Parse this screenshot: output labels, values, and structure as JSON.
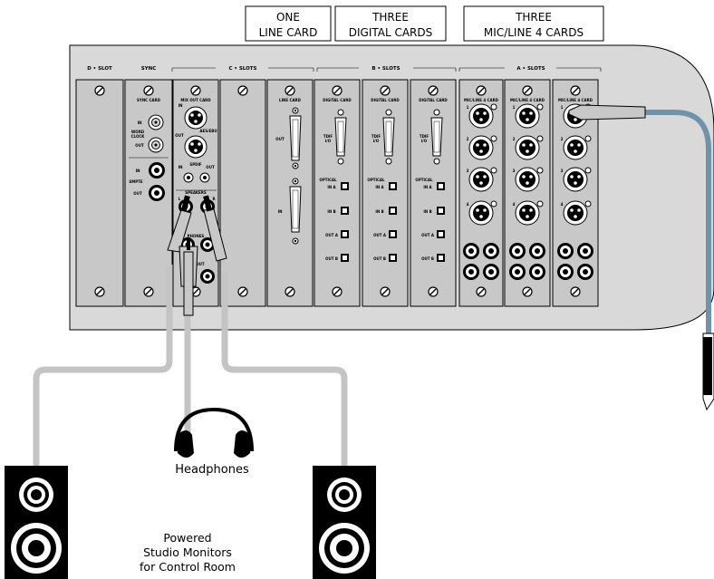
{
  "callouts": {
    "one_line_card": [
      "ONE",
      "LINE CARD"
    ],
    "three_digital_cards": [
      "THREE",
      "DIGITAL CARDS"
    ],
    "three_mic_line_cards": [
      "THREE",
      "MIC/LINE 4 CARDS"
    ]
  },
  "slot_headers": {
    "d_slot": "D • SLOT",
    "sync": "SYNC",
    "c_slots": "C • SLOTS",
    "b_slots": "B • SLOTS",
    "a_slots": "A • SLOTS"
  },
  "cards": {
    "sync_card": {
      "title": "SYNC CARD",
      "word_clock": [
        "WORD",
        "CLOCK"
      ],
      "in": "IN",
      "out": "OUT",
      "smpte": "SMPTE"
    },
    "mix_out_card": {
      "title": "MIX OUT CARD",
      "aes_ebu": "AES/EBU",
      "spdif": "SPDIF",
      "in": "IN",
      "out": "OUT",
      "l": "L",
      "r": "R",
      "speakers": "SPEAKERS",
      "phones": "PHONES",
      "mix_out": "MIX OUT"
    },
    "line_card": {
      "title": "LINE CARD",
      "out": "OUT",
      "in": "IN"
    },
    "digital_card": {
      "title": "DIGITAL CARD",
      "tdif": [
        "TDIF",
        "I/O"
      ],
      "optical": "OPTICAL",
      "ports": [
        "IN A",
        "IN B",
        "OUT A",
        "OUT B"
      ]
    },
    "mic_line_card": {
      "title": "MIC/LINE 4 CARD",
      "channels": [
        "1",
        "2",
        "3",
        "4"
      ]
    }
  },
  "labels": {
    "headphones": "Headphones",
    "monitors": [
      "Powered",
      "Studio Monitors",
      "for Control Room"
    ]
  },
  "colors": {
    "panel": "#d9d9d9",
    "card": "#c8c8c8",
    "cable_grey": "#c4c4c4",
    "cable_blue": "#6f93ad",
    "ink": "#000000"
  }
}
